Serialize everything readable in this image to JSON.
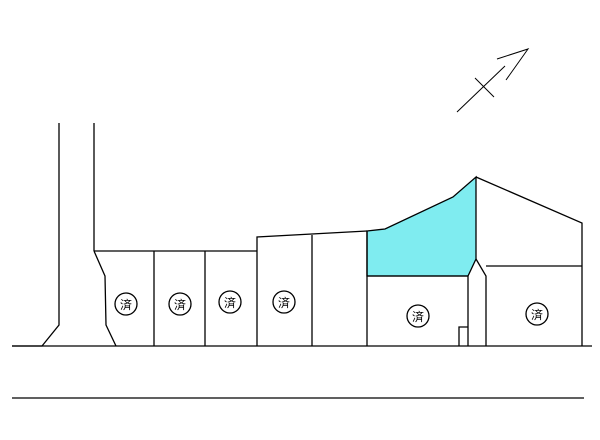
{
  "colors": {
    "line": "#000000",
    "background": "#ffffff",
    "available_lot": "#7fecf0"
  },
  "north_arrow": {
    "icon": "north-arrow-icon"
  },
  "lots": [
    {
      "id": "lot-1",
      "status_label": "済",
      "status": "sold"
    },
    {
      "id": "lot-2",
      "status_label": "済",
      "status": "sold"
    },
    {
      "id": "lot-3",
      "status_label": "済",
      "status": "sold"
    },
    {
      "id": "lot-4",
      "status_label": "済",
      "status": "sold"
    },
    {
      "id": "lot-5",
      "status_label": "",
      "status": "unmarked"
    },
    {
      "id": "lot-6",
      "status_label": "",
      "status": "available"
    },
    {
      "id": "lot-7",
      "status_label": "済",
      "status": "sold"
    },
    {
      "id": "lot-8",
      "status_label": "済",
      "status": "sold"
    }
  ]
}
